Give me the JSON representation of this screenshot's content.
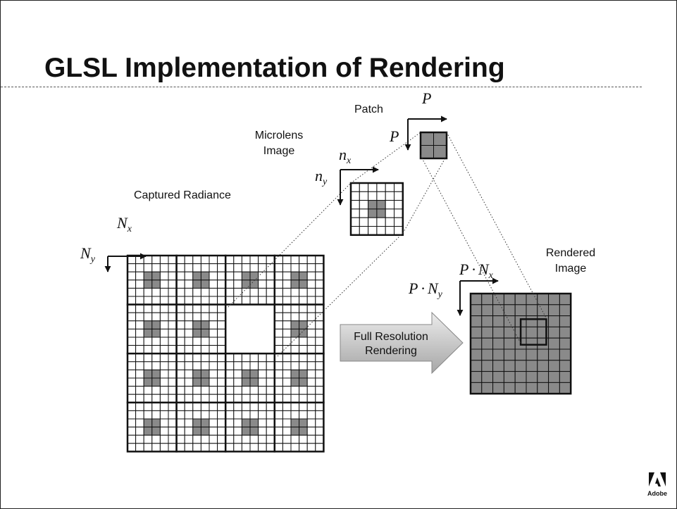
{
  "slide": {
    "title": "GLSL Implementation of Rendering"
  },
  "diagram": {
    "captured_radiance_label": "Captured Radiance",
    "microlens_label_line1": "Microlens",
    "microlens_label_line2": "Image",
    "patch_label": "Patch",
    "rendered_label_line1": "Rendered",
    "rendered_label_line2": "Image",
    "arrow_label_line1": "Full Resolution",
    "arrow_label_line2": "Rendering",
    "axes": {
      "captured_x": {
        "base": "N",
        "sub": "x"
      },
      "captured_y": {
        "base": "N",
        "sub": "y"
      },
      "microlens_x": {
        "base": "n",
        "sub": "x"
      },
      "microlens_y": {
        "base": "n",
        "sub": "y"
      },
      "patch_x": {
        "base": "P"
      },
      "patch_y": {
        "base": "P"
      },
      "rendered_x": {
        "base": "P",
        "op": "·",
        "base2": "N",
        "sub": "x"
      },
      "rendered_y": {
        "base": "P",
        "op": "·",
        "base2": "N",
        "sub": "y"
      }
    }
  },
  "footer": {
    "logo_text": "Adobe"
  },
  "colors": {
    "patch_fill": "#8a8a8a",
    "grid_line": "#111111",
    "arrow_fill_light": "#ececec",
    "arrow_fill_dark": "#a6a6a6"
  }
}
